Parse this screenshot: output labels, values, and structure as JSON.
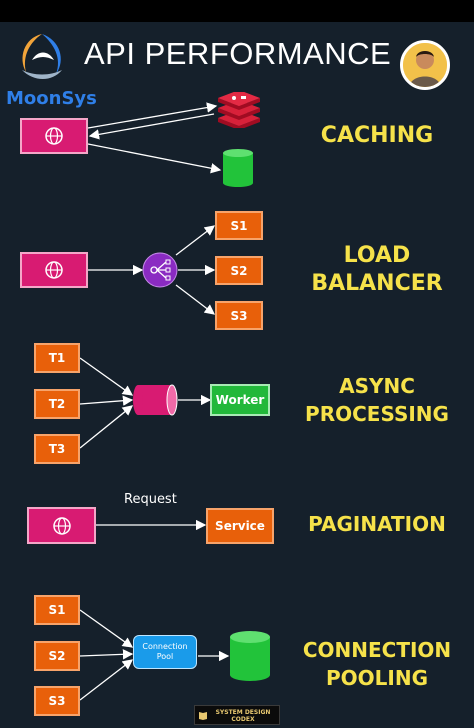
{
  "title": "API PERFORMANCE",
  "brand": "MoonSys",
  "sections": {
    "caching": {
      "label_lines": [
        "CACHING"
      ]
    },
    "load_balancer": {
      "label_lines": [
        "LOAD",
        "BALANCER"
      ],
      "servers": [
        "S1",
        "S2",
        "S3"
      ]
    },
    "async": {
      "label_lines": [
        "ASYNC",
        "PROCESSING"
      ],
      "tasks": [
        "T1",
        "T2",
        "T3"
      ],
      "worker": "Worker"
    },
    "pagination": {
      "label_lines": [
        "PAGINATION"
      ],
      "request": "Request",
      "service": "Service"
    },
    "pooling": {
      "label_lines": [
        "CONNECTION",
        "POOLING"
      ],
      "servers": [
        "S1",
        "S2",
        "S3"
      ],
      "pool_lines": [
        "Connection",
        "Pool"
      ]
    }
  },
  "footer": {
    "line1": "SYSTEM DESIGN",
    "line2": "CODEX"
  },
  "colors": {
    "background": "#15202b",
    "label": "#f6e24a",
    "client": "#d81b72",
    "server": "#e8600a",
    "green": "#22b83a",
    "pool": "#1a9bea",
    "balancer": "#8a2bc2",
    "cache": "#c8102e",
    "brand": "#2f7fe8"
  },
  "icons": [
    "moonsys-logo",
    "avatar",
    "globe-icon",
    "redis-cache-icon",
    "database-icon",
    "load-balancer-icon",
    "queue-icon",
    "book-icon"
  ]
}
